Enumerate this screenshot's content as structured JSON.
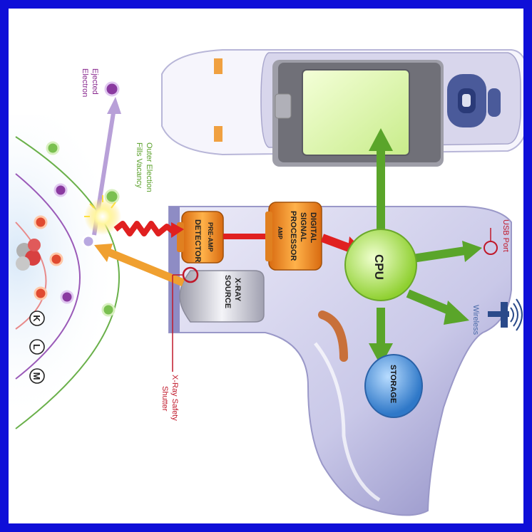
{
  "components": {
    "preamp": "PRE-AMP",
    "detector": "DETECTOR",
    "dsp_line1": "DIGITAL",
    "dsp_line2": "SIGNAL",
    "dsp_line3": "PROCESSOR",
    "amp": "AMP",
    "xray_line1": "X-RAY",
    "xray_line2": "SOURCE",
    "cpu": "CPU",
    "storage": "STORAGE"
  },
  "callouts": {
    "usb_port": "USB Port",
    "wireless": "Wireless",
    "shutter_line1": "X-Ray Safety",
    "shutter_line2": "Shutter",
    "ejected_line1": "Ejected",
    "ejected_line2": "Electron",
    "outer_line1": "Outer Election",
    "outer_line2": "Fills Vacancy"
  },
  "shells": {
    "k": "K",
    "l": "L",
    "m": "M"
  },
  "colors": {
    "frame": "#0f0fd8",
    "detector_orange": "#f0922a",
    "cpu_green": "#a8e04a",
    "arrow_green": "#5aa52a",
    "storage_blue": "#3f8fd8",
    "xray_orange": "#f0a030",
    "fluorescence_red": "#e02020",
    "callout_red": "#c0182a",
    "electron_violet": "#8a3aa0",
    "body_lavender": "#c9c8e8"
  }
}
